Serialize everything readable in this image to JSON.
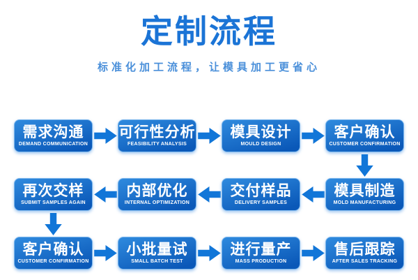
{
  "header": {
    "title": "定制流程",
    "subtitle": "标准化加工流程，让模具加工更省心"
  },
  "colors": {
    "background": "#ffffff",
    "title": "#1b74d6",
    "subtitle": "#4b90da",
    "accent": "#1176d8",
    "box_gradient_top": "#2f8ade",
    "box_gradient_bottom": "#0a58b8",
    "box_border": "#7cb6ec",
    "box_text": "#ffffff"
  },
  "flow": {
    "steps": [
      {
        "zh": "需求沟通",
        "en": "DEMAND COMMUNICATION"
      },
      {
        "zh": "可行性分析",
        "en": "FEASIBILITY ANALYSIS"
      },
      {
        "zh": "模具设计",
        "en": "MOULD DESIGN"
      },
      {
        "zh": "客户确认",
        "en": "CUSTOMER CONFIRMATION"
      },
      {
        "zh": "模具制造",
        "en": "MOLD MANUFACTURING"
      },
      {
        "zh": "交付样品",
        "en": "DELIVERY SAMPLES"
      },
      {
        "zh": "内部优化",
        "en": "INTERNAL OPTIMIZATION"
      },
      {
        "zh": "再次交样",
        "en": "SUBMIT SAMPLES AGAIN"
      },
      {
        "zh": "客户确认",
        "en": "CUSTOMER CONFIRMATION"
      },
      {
        "zh": "小批量试",
        "en": "SMALL BATCH TEST"
      },
      {
        "zh": "进行量产",
        "en": "MASS PRODUCTION"
      },
      {
        "zh": "售后跟踪",
        "en": "AFTER SALES TRACKING"
      }
    ]
  }
}
